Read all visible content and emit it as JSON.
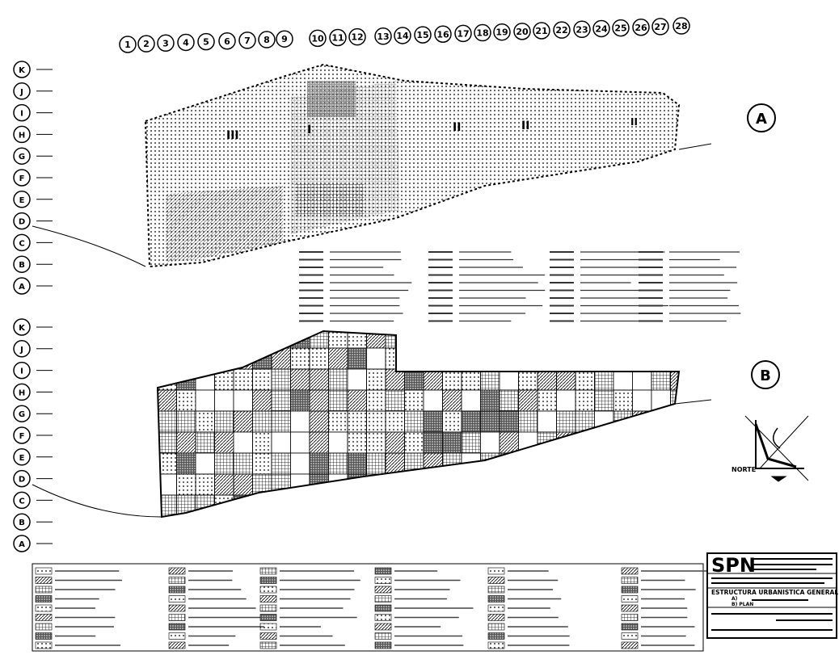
{
  "sheet": {
    "column_markers": [
      "1",
      "2",
      "3",
      "4",
      "5",
      "6",
      "7",
      "8",
      "9",
      "10",
      "11",
      "12",
      "13",
      "14",
      "15",
      "16",
      "17",
      "18",
      "19",
      "20",
      "21",
      "22",
      "23",
      "24",
      "25",
      "26",
      "27",
      "28"
    ],
    "row_markers": [
      "K",
      "J",
      "I",
      "H",
      "G",
      "F",
      "E",
      "D",
      "C",
      "B",
      "A"
    ],
    "plan_a_label": "A",
    "plan_b_label": "B",
    "sector_labels": [
      "III",
      "I",
      "II",
      "II",
      "II"
    ],
    "north_label": "NORTE"
  },
  "title_block": {
    "logo": "SPN",
    "title": "ESTRUCTURA URBANISTICA GENERAL",
    "subtitle_a": "A)",
    "subtitle_b": "B) PLAN"
  },
  "colors": {
    "ink": "#000000",
    "paper": "#ffffff"
  }
}
